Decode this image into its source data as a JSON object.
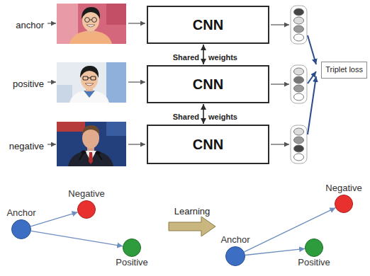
{
  "diagram": {
    "nodes": [
      {
        "text": [
          "CNN"
        ]
      },
      {
        "text": [
          "CNN"
        ]
      },
      {
        "text": [
          "CNN"
        ]
      },
      {
        "text": [
          "Triplet loss"
        ]
      },
      {
        "text": [
          "Anchor"
        ]
      },
      {
        "text": [
          "Negative"
        ]
      },
      {
        "text": [
          "Positive"
        ]
      },
      {
        "text": [
          "Anchor"
        ]
      },
      {
        "text": [
          "Negative"
        ]
      },
      {
        "text": [
          "Positive"
        ]
      }
    ],
    "edges": [
      {
        "from": 0,
        "to": 1,
        "arrow": "both"
      },
      {
        "from": 1,
        "to": 2,
        "arrow": "both"
      },
      {
        "from": 4,
        "to": 5,
        "arrow": "to"
      },
      {
        "from": 4,
        "to": 6,
        "arrow": "to"
      },
      {
        "from": 7,
        "to": 8,
        "arrow": "to"
      },
      {
        "from": 7,
        "to": 9,
        "arrow": "to"
      }
    ],
    "labels": [
      "anchor",
      "positive",
      "negative",
      "Shared",
      "weights",
      "Shared",
      "weights",
      "Learning"
    ]
  }
}
